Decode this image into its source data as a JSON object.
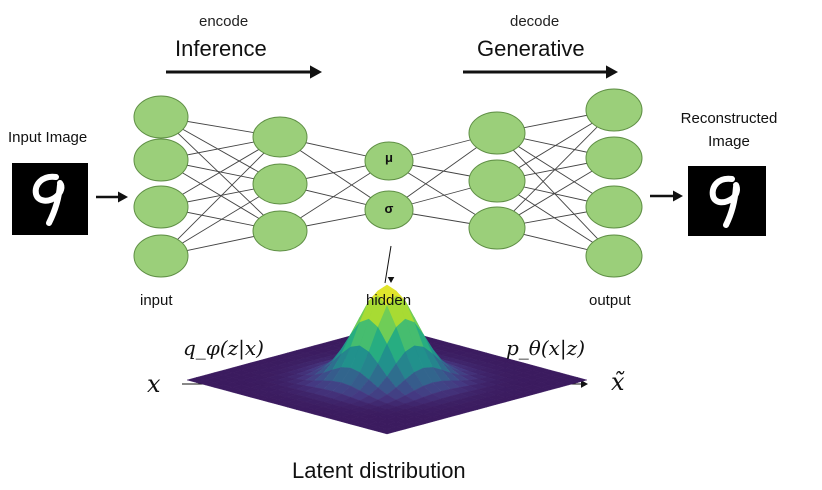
{
  "header": {
    "encode_small": "encode",
    "encode_big": "Inference",
    "decode_small": "decode",
    "decode_big": "Generative"
  },
  "labels": {
    "input_image": "Input Image",
    "reconstructed_line1": "Reconstructed",
    "reconstructed_line2": "Image",
    "input_layer": "input",
    "hidden_layer": "hidden",
    "output_layer": "output",
    "mu": "μ",
    "sigma": "σ",
    "latent_distribution": "Latent distribution"
  },
  "math": {
    "x": "x",
    "q_phi": "q_φ(z|x)",
    "p_theta": "p_θ(x|z)",
    "x_tilde": "x̃"
  },
  "digits": {
    "input": "9",
    "output": "9"
  },
  "colors": {
    "node_fill": "#9bcf7a",
    "node_stroke": "#5f8f45",
    "edge": "#444444",
    "arrow": "#111111",
    "surface_low": "#3b1b5f",
    "surface_high": "#f0e62a"
  },
  "network": {
    "layers": [
      4,
      3,
      2,
      3,
      4
    ]
  }
}
